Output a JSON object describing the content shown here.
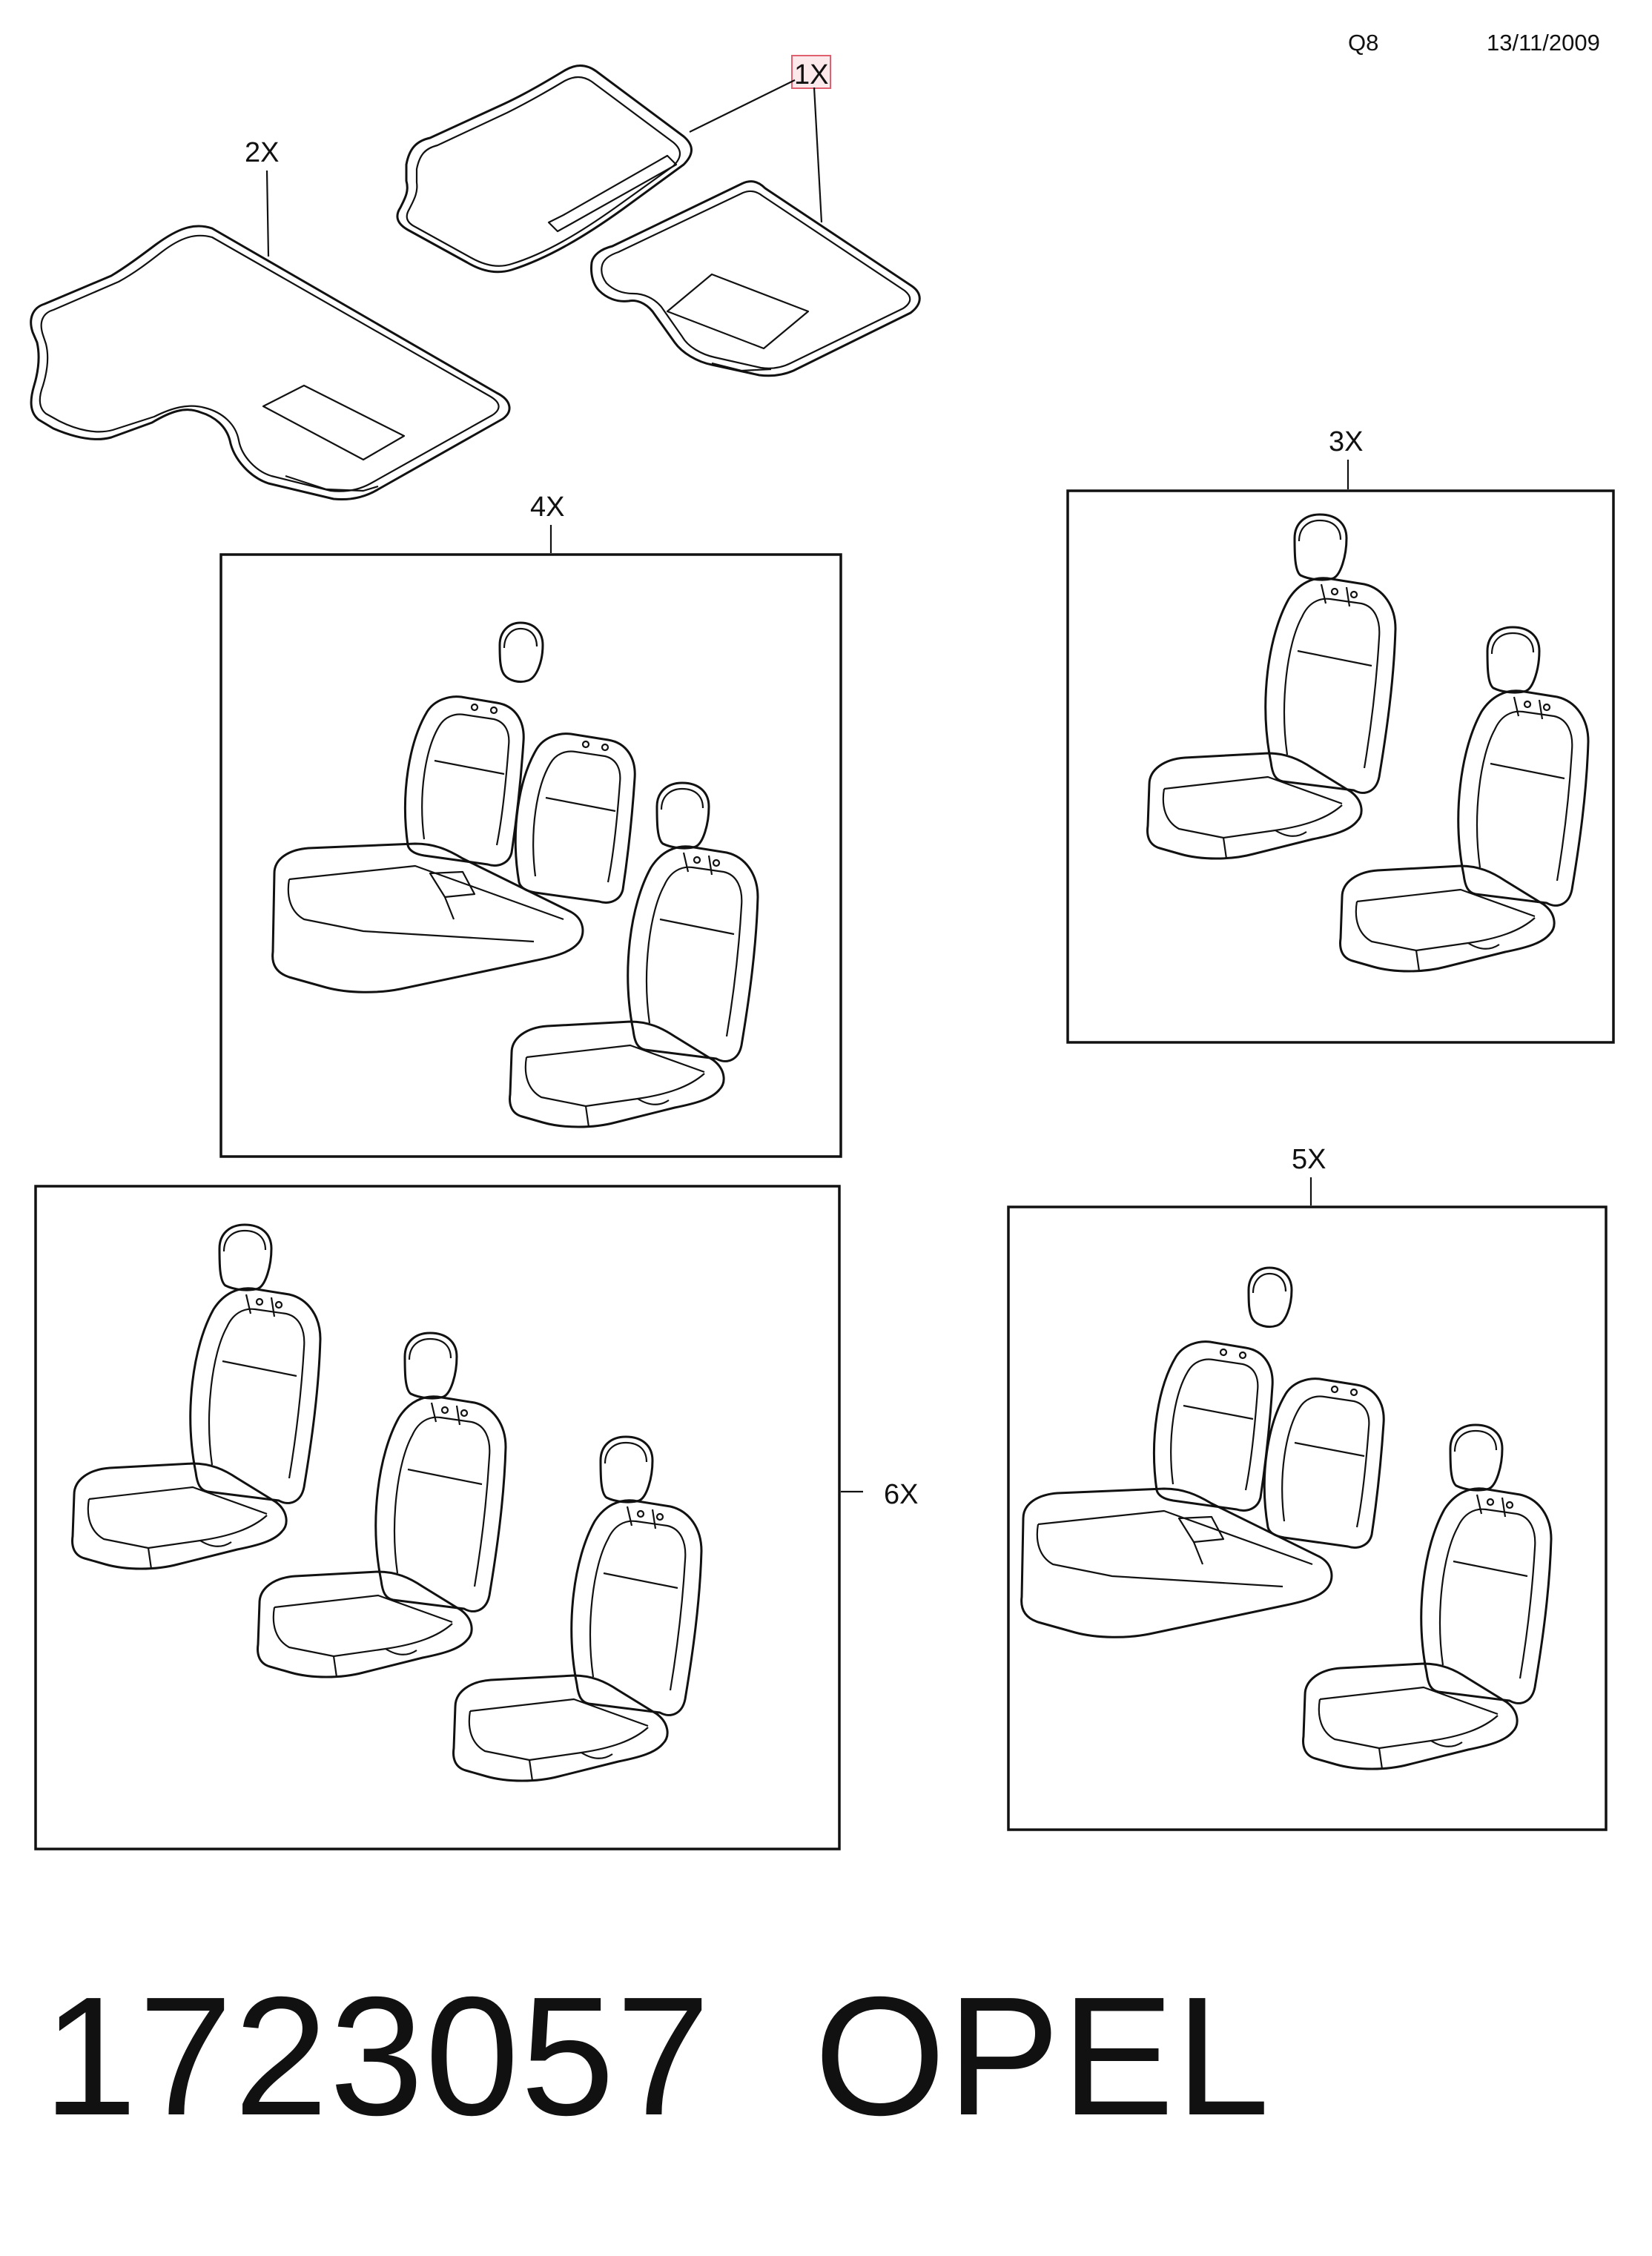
{
  "header": {
    "code": "Q8",
    "date": "13/11/2009"
  },
  "callouts": {
    "mats_front": "1X",
    "mat_rear": "2X",
    "box_3": "3X",
    "box_4": "4X",
    "box_5": "5X",
    "box_6": "6X"
  },
  "footer": {
    "part_number": "1723057",
    "brand": "OPEL"
  },
  "colors": {
    "line": "#111111",
    "highlight": "#e06070"
  }
}
